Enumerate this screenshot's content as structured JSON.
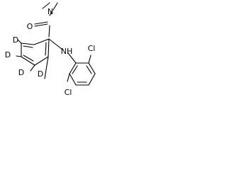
{
  "molecule": {
    "atoms": {
      "oxygen": "O",
      "amide_nitrogen": "N",
      "amine_nh": "NH",
      "deuterium_1": "D",
      "deuterium_2": "D",
      "deuterium_3": "D",
      "deuterium_4": "D",
      "chlorine_top": "Cl",
      "chlorine_bottom": "Cl"
    }
  }
}
